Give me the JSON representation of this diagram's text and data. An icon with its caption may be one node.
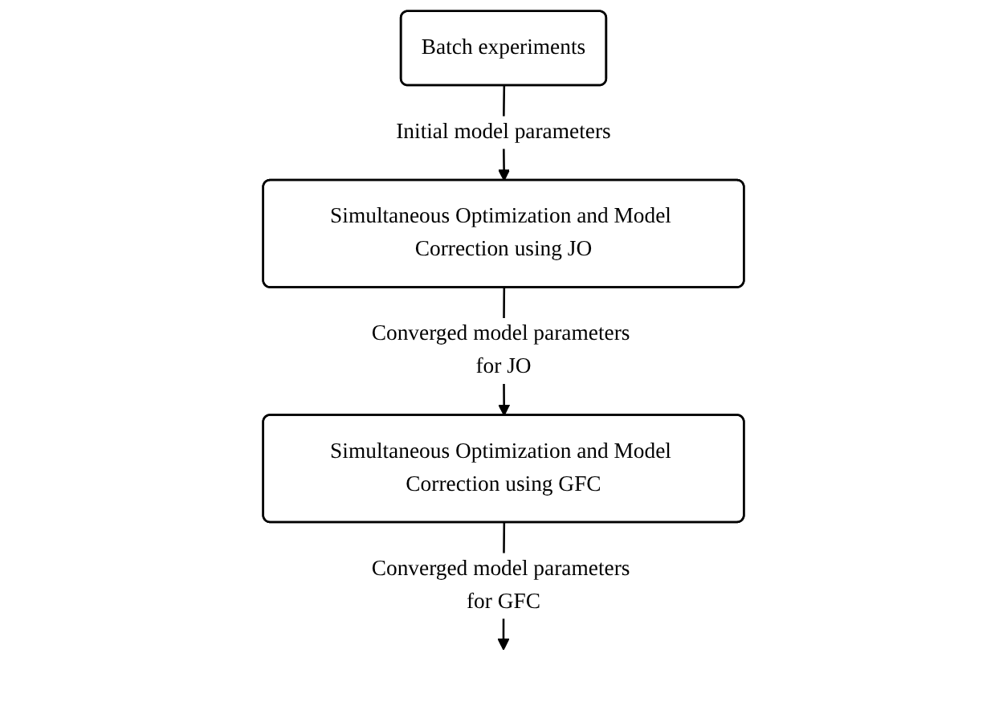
{
  "diagram": {
    "nodes": [
      {
        "text": [
          "Batch experiments"
        ]
      },
      {
        "text": [
          "Simultaneous Optimization and Model Correction using JO"
        ]
      },
      {
        "text": [
          "Simultaneous Optimization and Model Correction using GFC"
        ]
      }
    ],
    "edges": [
      {
        "from": 0,
        "to": 1,
        "arrow": "to",
        "label": "Initial model parameters"
      },
      {
        "from": 1,
        "to": 2,
        "arrow": "to",
        "label": "Converged model parameters for JO"
      },
      {
        "from": 2,
        "to": null,
        "arrow": "to",
        "label": "Converged model parameters for GFC"
      }
    ]
  }
}
